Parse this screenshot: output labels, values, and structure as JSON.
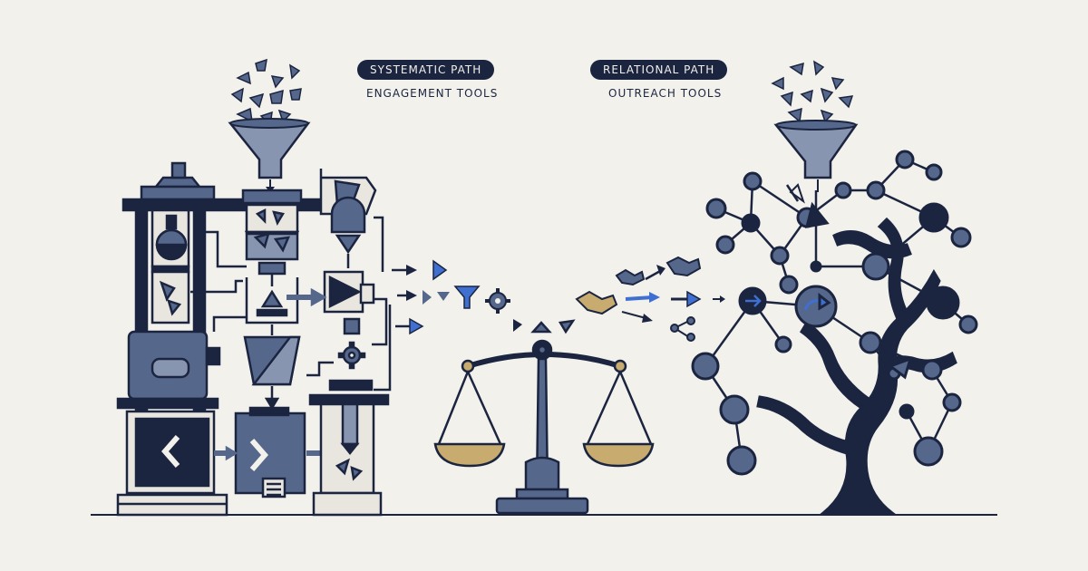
{
  "left_path": {
    "title": "SYSTEMATIC PATH",
    "subtitle": "ENGAGEMENT TOOLS"
  },
  "right_path": {
    "title": "RELATIONAL PATH",
    "subtitle": "OUTREACH TOOLS"
  },
  "colors": {
    "background": "#f3f1ec",
    "navy": "#1b2540",
    "slate": "#56678c",
    "light_slate": "#8795b1",
    "accent_blue": "#3f6fd1",
    "gold": "#c8ab6e"
  },
  "icons": [
    "funnel-icon",
    "gear-icon",
    "handshake-icon",
    "share-icon",
    "arrow-icon",
    "balance-scale-icon",
    "network-tree-icon",
    "machine-icon"
  ]
}
